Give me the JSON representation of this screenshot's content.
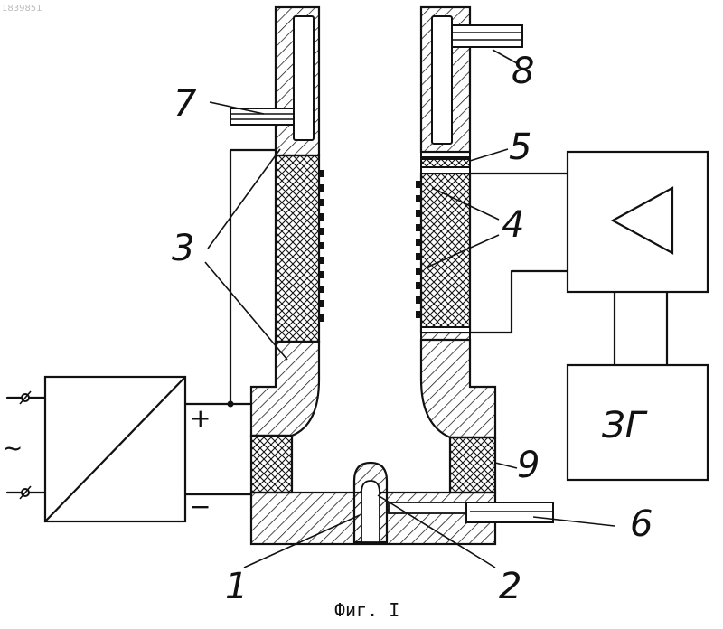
{
  "corner_id": "1839851",
  "caption": "Фиг. I",
  "labels": {
    "l1": "1",
    "l2": "2",
    "l3": "3",
    "l4": "4",
    "l5": "5",
    "l6": "6",
    "l7": "7",
    "l8": "8",
    "l9": "9"
  },
  "generator_label": "ЗГ",
  "power_symbols": {
    "ac": "~",
    "plus": "+",
    "minus": "−"
  }
}
